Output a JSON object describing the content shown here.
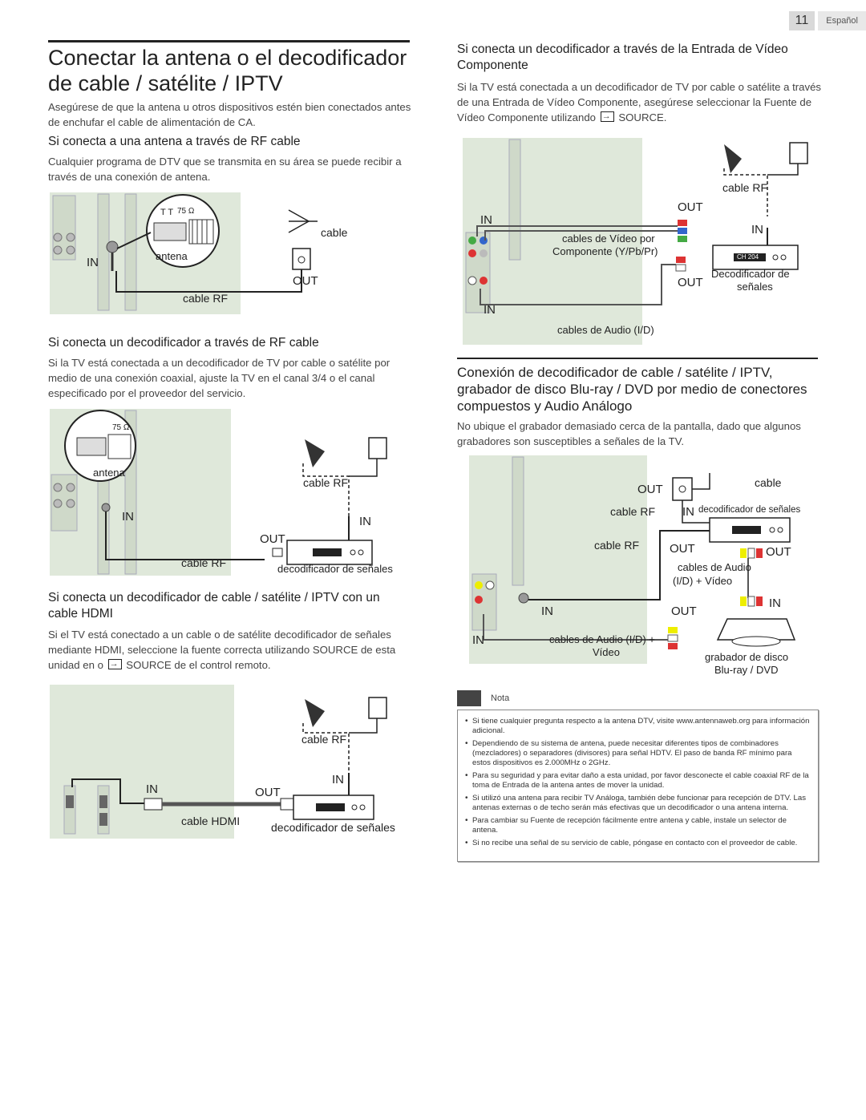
{
  "header": {
    "page_number": "11",
    "language": "Español"
  },
  "sections": {
    "title": "Conectar la antena o el decodificador de cable / satélite / IPTV",
    "intro": "Asegúrese de que la antena u otros dispositivos estén bien conectados antes de enchufar el cable de alimentación de CA.",
    "rf_antenna": {
      "heading": "Si conecta a una antena a través de RF cable",
      "body": "Cualquier programa de DTV que se transmita en su área se puede recibir a través de una conexión de antena.",
      "labels": {
        "ohm": "75 Ω",
        "antena": "antena",
        "in": "IN",
        "cable": "cable",
        "out": "OUT",
        "cable_rf": "cable RF"
      }
    },
    "rf_decoder": {
      "heading": "Si conecta un decodificador a través de RF cable",
      "body": "Si la TV está conectada a un decodificador de TV por cable o satélite por medio de una conexión coaxial, ajuste la TV en el canal 3/4 o el canal especificado por el proveedor del servicio.",
      "labels": {
        "ohm": "75 Ω",
        "antena": "antena",
        "in_tv": "IN",
        "cable_rf_top": "cable RF",
        "in_box": "IN",
        "out": "OUT",
        "cable_rf": "cable RF",
        "decoder": "decodificador de señales"
      }
    },
    "hdmi": {
      "heading": "Si conecta un decodificador de cable / satélite / IPTV con un cable HDMI",
      "body_1": "Si el TV está conectado a un cable o de satélite decodificador de señales mediante HDMI, seleccione la fuente correcta utilizando SOURCE de esta unidad en o",
      "body_2": "SOURCE de el control remoto.",
      "labels": {
        "cable_rf": "cable RF",
        "in_box": "IN",
        "in_tv": "IN",
        "out": "OUT",
        "cable_hdmi": "cable HDMI",
        "decoder": "decodificador de señales"
      }
    },
    "component": {
      "heading": "Si conecta un decodificador a través de la Entrada de Vídeo Componente",
      "body_1": "Si la TV está conectada a un decodificador de TV por cable o satélite a través de una Entrada de Vídeo Componente, asegúrese seleccionar la Fuente de Vídeo Componente utilizando",
      "body_2": "SOURCE.",
      "labels": {
        "cable_rf": "cable RF",
        "out_top": "OUT",
        "in_tv": "IN",
        "in_box": "IN",
        "video_cables_1": "cables de Vídeo por",
        "video_cables_2": "Componente (Y/Pb/Pr)",
        "decoder_1": "Decodificador de",
        "decoder_2": "señales",
        "out_mid": "OUT",
        "in_audio": "IN",
        "audio_cables": "cables de Audio (I/D)",
        "display": "CH 204"
      }
    },
    "composite": {
      "heading": "Conexión de decodificador de cable / satélite / IPTV, grabador de disco Blu-ray / DVD por medio de conectores compuestos y Audio Análogo",
      "body": "No ubique el grabador demasiado cerca de la pantalla, dado que algunos grabadores son susceptibles a señales de la TV.",
      "labels": {
        "out_top": "OUT",
        "cable": "cable",
        "cable_rf_1": "cable RF",
        "in_decoder": "IN",
        "decoder": "decodificador de señales",
        "cable_rf_2": "cable RF",
        "out_box": "OUT",
        "out_box_right": "OUT",
        "audio_cables_1": "cables de Audio",
        "audio_cables_2": "(I/D) + Vídeo",
        "in_right": "IN",
        "in_tv": "IN",
        "out_rec": "OUT",
        "in_left": "IN",
        "av_cables_1": "cables de Audio (I/D) +",
        "av_cables_2": "Vídeo",
        "recorder_1": "grabador de disco",
        "recorder_2": "Blu-ray / DVD"
      }
    }
  },
  "note": {
    "label": "Nota",
    "items": [
      "Si tiene cualquier pregunta respecto a la antena DTV, visite www.antennaweb.org para información adicional.",
      "Dependiendo de su sistema de antena, puede necesitar diferentes tipos de combinadores (mezcladores) o separadores (divisores) para señal HDTV. El paso de banda RF mínimo para estos dispositivos es 2.000MHz o 2GHz.",
      "Para su seguridad y para evitar daño a esta unidad, por favor desconecte el cable coaxial RF de la toma de Entrada de la antena antes de mover la unidad.",
      "Si utilizó una antena para recibir TV Análoga, también debe funcionar para recepción de DTV. Las antenas externas o de techo serán más efectivas que un decodificador o una antena interna.",
      "Para cambiar su Fuente de recepción fácilmente entre antena y cable, instale un selector de antena.",
      "Si no recibe una señal de su servicio de cable, póngase en contacto con el proveedor de cable."
    ]
  },
  "colors": {
    "tv_panel": "#dfe8da",
    "note_tag": "#444444",
    "rule": "#222222"
  }
}
